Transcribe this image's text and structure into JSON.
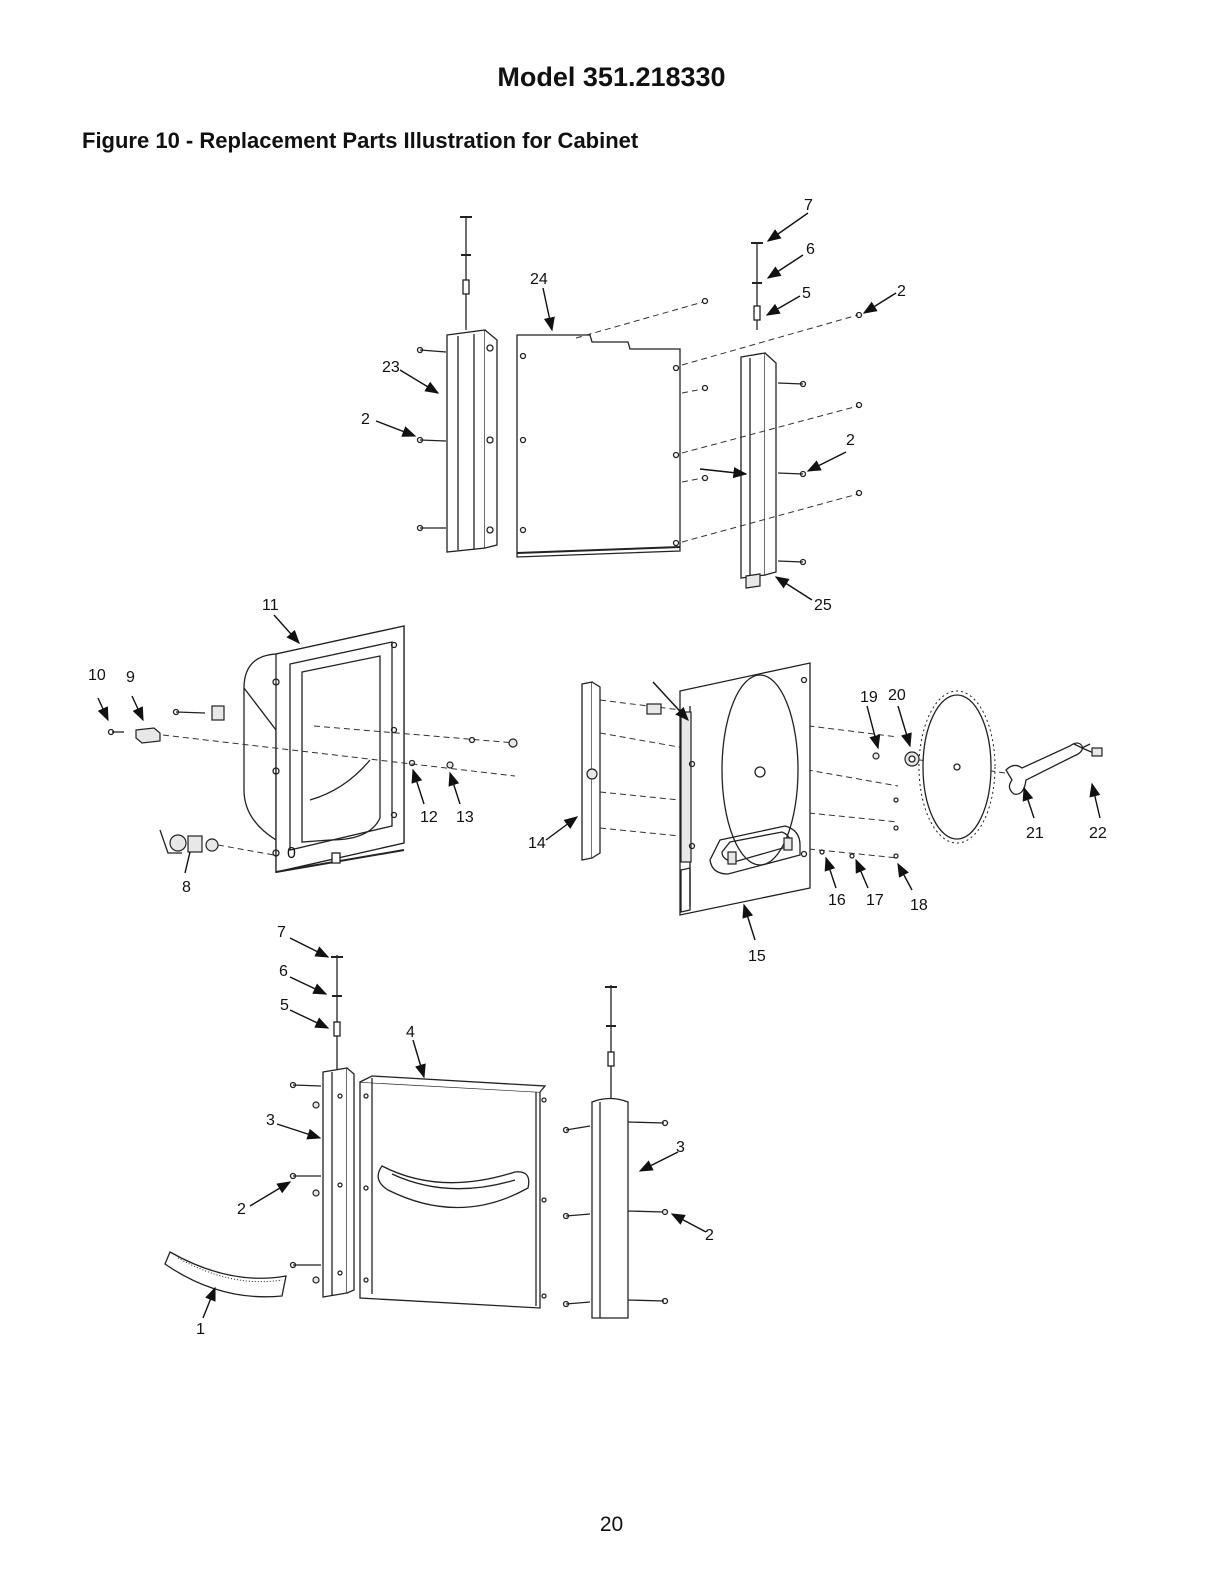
{
  "header": {
    "model": "Model 351.218330",
    "figure_title": "Figure 10 - Replacement Parts Illustration for Cabinet"
  },
  "callouts": [
    "1",
    "2",
    "3",
    "4",
    "5",
    "6",
    "7",
    "8",
    "9",
    "10",
    "11",
    "12",
    "13",
    "14",
    "15",
    "16",
    "17",
    "18",
    "19",
    "20",
    "21",
    "22",
    "23",
    "24",
    "25"
  ],
  "footer": {
    "page_number": "20"
  }
}
